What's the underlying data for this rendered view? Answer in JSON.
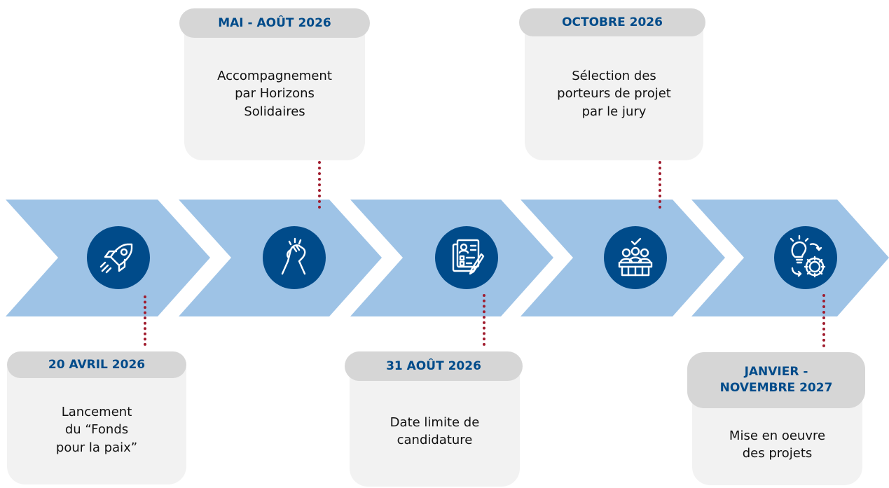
{
  "colors": {
    "chevron": "#9ec3e6",
    "icon_circle": "#004b8a",
    "date_text": "#004b8a",
    "connector": "#a01c2e",
    "card": "#f2f2f2",
    "pill": "#d6d6d6"
  },
  "steps": [
    {
      "icon": "rocket-icon",
      "date": "20 AVRIL 2026",
      "description": "Lancement du “Fonds pour la paix”"
    },
    {
      "icon": "handshake-icon",
      "date": "MAI - AOÛT 2026",
      "description": "Accompagnement par Horizons Solidaires"
    },
    {
      "icon": "application-form-icon",
      "date": "31 AOÛT 2026",
      "description": "Date limite de candidature"
    },
    {
      "icon": "jury-icon",
      "date": "OCTOBRE 2026",
      "description": "Sélection des porteurs de projet par le jury"
    },
    {
      "icon": "idea-gears-icon",
      "date": "JANVIER - NOVEMBRE 2027",
      "description": "Mise en oeuvre des projets"
    }
  ]
}
